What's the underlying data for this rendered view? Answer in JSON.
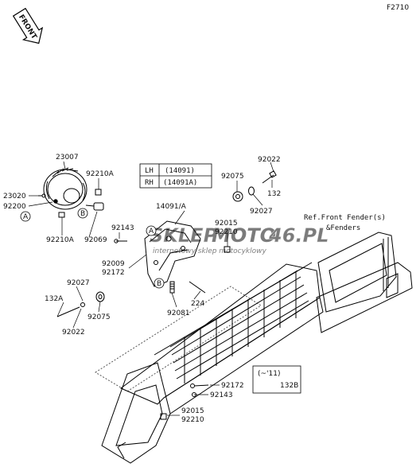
{
  "figure_code": "F2710",
  "front_label": "FRONT",
  "ref_note": {
    "line1": "Ref.Front Fender(s)",
    "line2": "&Fenders"
  },
  "side_table": {
    "rows": [
      {
        "side": "LH",
        "code": "(14091)"
      },
      {
        "side": "RH",
        "code": "(14091A)"
      }
    ]
  },
  "year_note": {
    "text": "(~'11)",
    "part": "132B"
  },
  "watermark": {
    "brand_left": "SKLEP",
    "brand_mid": "MOTO",
    "brand_right": "46.PL",
    "tagline": "internetowy sklep motocyklowy",
    "accent": "#e0262c"
  },
  "callouts": {
    "A": "A",
    "B": "B"
  },
  "parts": {
    "p23007": "23007",
    "p92210A_top": "92210A",
    "p23020": "23020",
    "p92200": "92200",
    "p92210A_bottom": "92210A",
    "p92069": "92069",
    "p92143_top": "92143",
    "p14091A": "14091/A",
    "p92075_top": "92075",
    "p92022_top": "92022",
    "p92027_top": "92027",
    "p132": "132",
    "p92015_top": "92015",
    "p92210_top": "92210",
    "p92009": "92009",
    "p92172_top": "92172",
    "p92027_left": "92027",
    "p132A": "132A",
    "p92075_left": "92075",
    "p92022_left": "92022",
    "p92081": "92081",
    "p224": "224",
    "p92172_bottom": "92172",
    "p92143_bottom": "92143",
    "p92015_bottom": "92015",
    "p92210_bottom": "92210"
  }
}
